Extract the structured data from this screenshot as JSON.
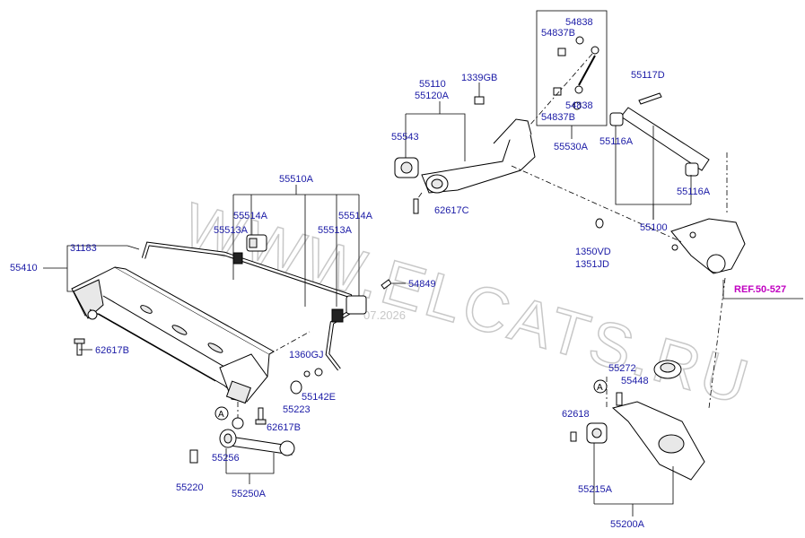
{
  "watermark": {
    "text": "WWW.ELCATS.RU",
    "date": "07.2026"
  },
  "reference": "REF.50-527",
  "callout_letter": "A",
  "labels": {
    "p54838_top": "54838",
    "p54837b_top": "54837B",
    "p1339gb": "1339GB",
    "p55110": "55110",
    "p55120a": "55120A",
    "p55117d": "55117D",
    "p54838_bot": "54838",
    "p54837b_bot": "54837B",
    "p55530a": "55530A",
    "p55116a_top": "55116A",
    "p55543": "55543",
    "p55116a_bot": "55116A",
    "p62617c": "62617C",
    "p55100": "55100",
    "p1350vd": "1350VD",
    "p1351jd": "1351JD",
    "p55510a": "55510A",
    "p55514a_l": "55514A",
    "p55514a_r": "55514A",
    "p55513a_l": "55513A",
    "p55513a_r": "55513A",
    "p31183": "31183",
    "p55410": "55410",
    "p54849": "54849",
    "p62617b_l": "62617B",
    "p1360gj": "1360GJ",
    "p55142e": "55142E",
    "p55223": "55223",
    "p62617b_c": "62617B",
    "p55256": "55256",
    "p55220": "55220",
    "p55250a": "55250A",
    "p55272": "55272",
    "p55448": "55448",
    "p62618": "62618",
    "p55215a": "55215A",
    "p55200a": "55200A"
  }
}
